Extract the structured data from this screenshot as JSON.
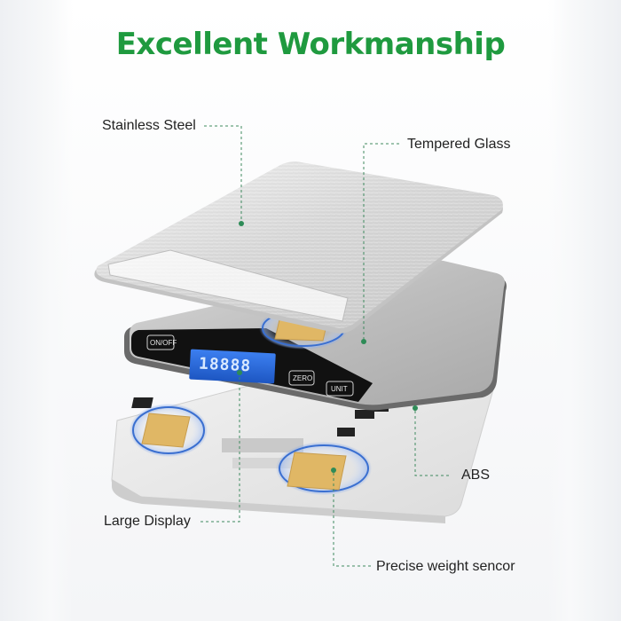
{
  "title": "Excellent Workmanship",
  "labels": {
    "stainless_steel": "Stainless Steel",
    "tempered_glass": "Tempered Glass",
    "abs": "ABS",
    "large_display": "Large Display",
    "precise_sensor": "Precise weight sencor"
  },
  "display": {
    "digits": "18888",
    "buttons": {
      "power": "ON/OFF",
      "zero": "ZERO",
      "unit": "UNIT"
    }
  },
  "colors": {
    "title": "#1f9a3f",
    "leader_line": "#3f8a5f",
    "dot": "#2e8b57",
    "display_blue": "#2a6bd8",
    "sensor_ring": "#3a6fd0",
    "sensor_pad": "#e0b765"
  }
}
